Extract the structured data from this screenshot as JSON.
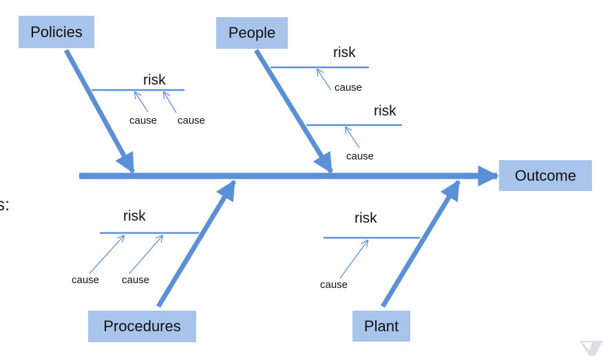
{
  "diagram": {
    "outcome": "Outcome",
    "categories": {
      "policies": "Policies",
      "people": "People",
      "procedures": "Procedures",
      "plant": "Plant"
    },
    "risk_label": "risk",
    "cause_label": "cause",
    "edge_text": "s:",
    "colors": {
      "arrow": "#5b8fd6",
      "box": "#a9c4eb"
    }
  }
}
